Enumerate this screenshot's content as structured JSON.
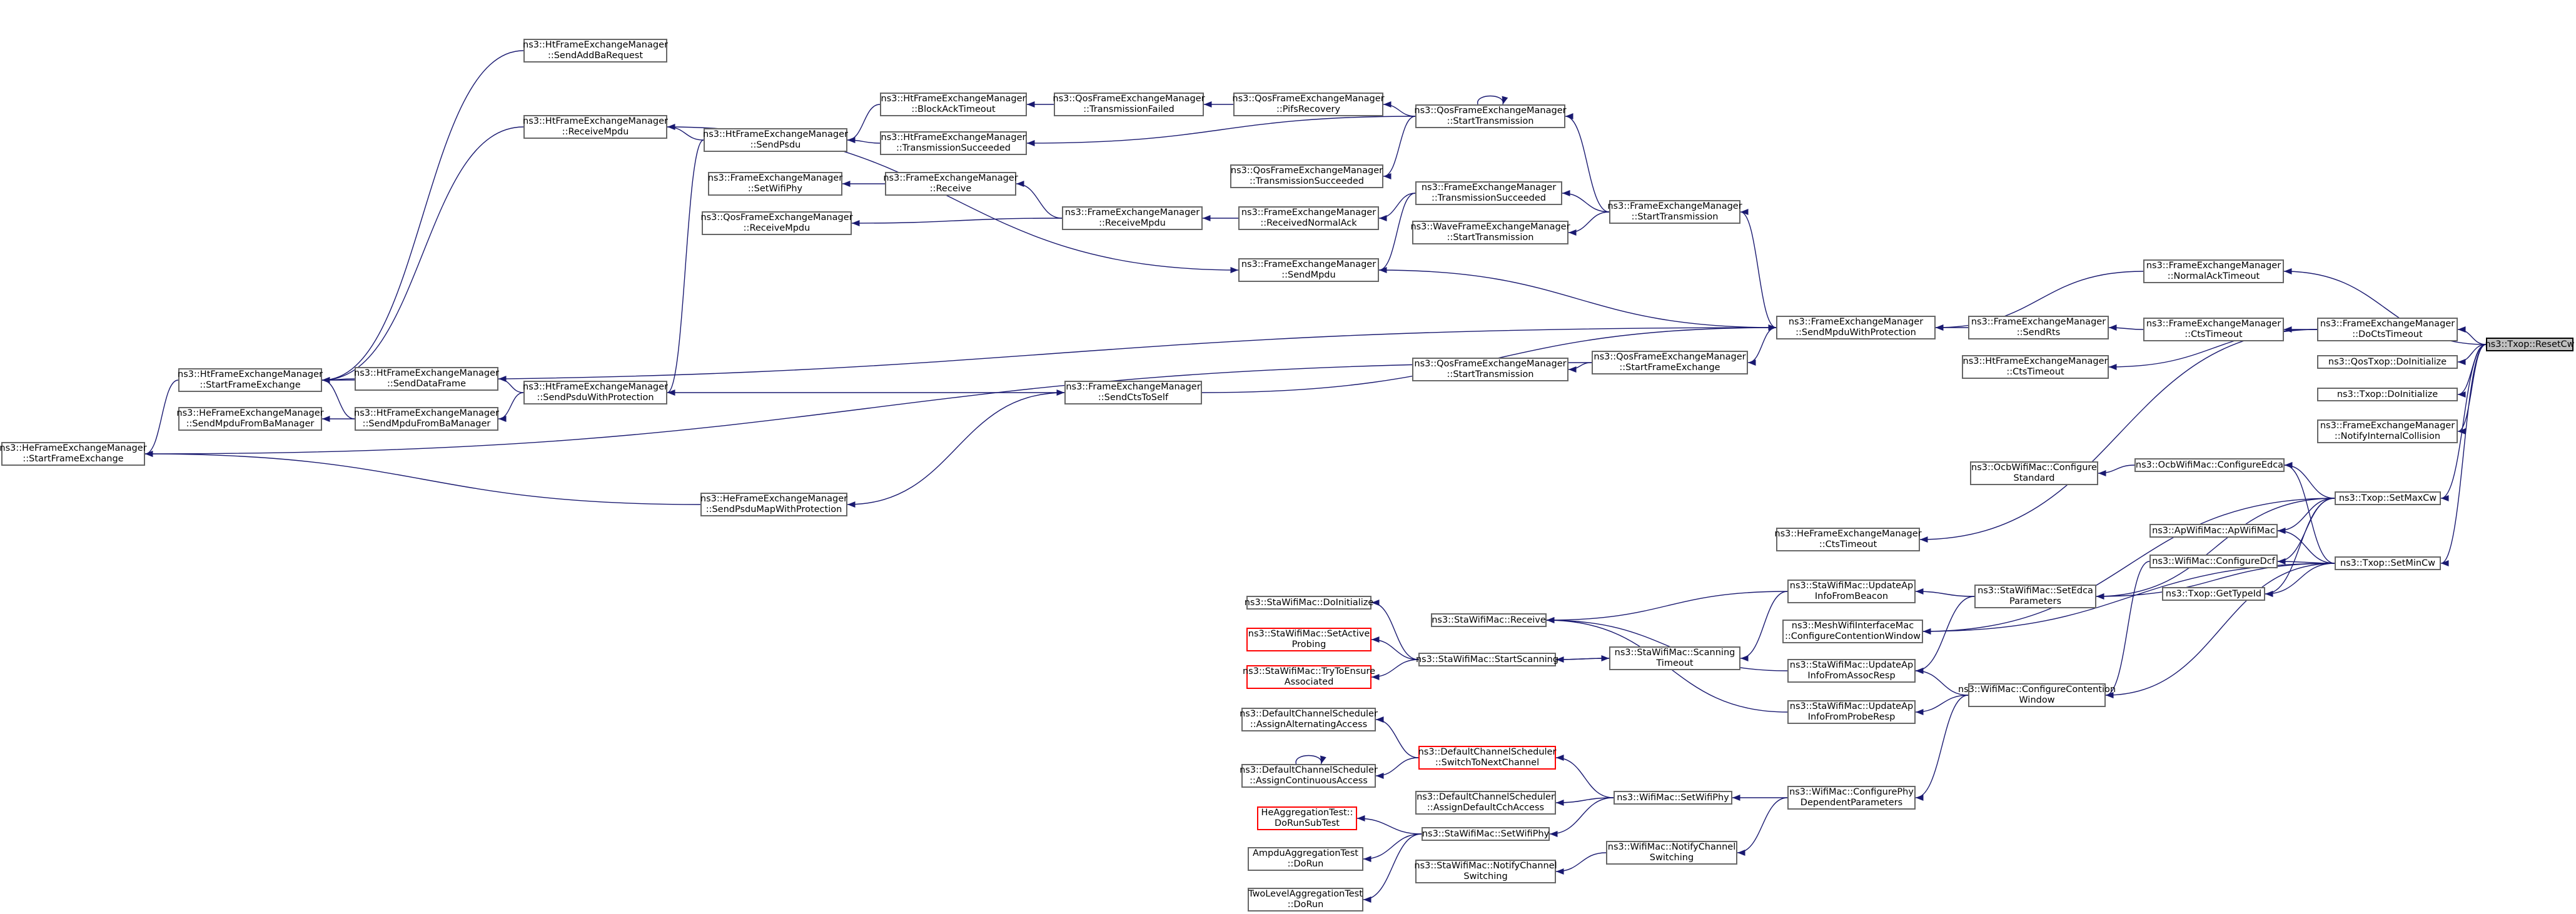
{
  "graph": {
    "title": "",
    "edge_color": "#191970",
    "nodes": [
      {
        "id": "root",
        "label": "ns3::Txop::ResetCw",
        "root": true
      },
      {
        "id": "doCts",
        "label": "ns3::FrameExchangeManager\n::DoCtsTimeout"
      },
      {
        "id": "qosDoInit",
        "label": "ns3::QosTxop::DoInitialize"
      },
      {
        "id": "txopDoInit",
        "label": "ns3::Txop::DoInitialize"
      },
      {
        "id": "notifyIntColl",
        "label": "ns3::FrameExchangeManager\n::NotifyInternalCollision"
      },
      {
        "id": "setMaxCw",
        "label": "ns3::Txop::SetMaxCw"
      },
      {
        "id": "setMinCw",
        "label": "ns3::Txop::SetMinCw"
      },
      {
        "id": "normalAckTO",
        "label": "ns3::FrameExchangeManager\n::NormalAckTimeout"
      },
      {
        "id": "ctsTimeoutFem",
        "label": "ns3::FrameExchangeManager\n::CtsTimeout"
      },
      {
        "id": "ocbConfigEdca",
        "label": "ns3::OcbWifiMac::ConfigureEdca"
      },
      {
        "id": "apWifiMac",
        "label": "ns3::ApWifiMac::ApWifiMac"
      },
      {
        "id": "wifiConfigDcf",
        "label": "ns3::WifiMac::ConfigureDcf"
      },
      {
        "id": "txopGetTypeId",
        "label": "ns3::Txop::GetTypeId"
      },
      {
        "id": "sendRts",
        "label": "ns3::FrameExchangeManager\n::SendRts"
      },
      {
        "id": "htCtsTimeout",
        "label": "ns3::HtFrameExchangeManager\n::CtsTimeout"
      },
      {
        "id": "ocbConfigStd",
        "label": "ns3::OcbWifiMac::Configure\nStandard"
      },
      {
        "id": "heCtsTimeout",
        "label": "ns3::HeFrameExchangeManager\n::CtsTimeout"
      },
      {
        "id": "staSetEdca",
        "label": "ns3::StaWifiMac::SetEdca\nParameters"
      },
      {
        "id": "wifiConfigCW",
        "label": "ns3::WifiMac::ConfigureContention\nWindow"
      },
      {
        "id": "femSendMpduProt",
        "label": "ns3::FrameExchangeManager\n::SendMpduWithProtection"
      },
      {
        "id": "femStartTx",
        "label": "ns3::FrameExchangeManager\n::StartTransmission"
      },
      {
        "id": "staUpdApBeacon",
        "label": "ns3::StaWifiMac::UpdateAp\nInfoFromBeacon"
      },
      {
        "id": "meshConfigCW",
        "label": "ns3::MeshWifiInterfaceMac\n::ConfigureContentionWindow"
      },
      {
        "id": "staUpdApAssoc",
        "label": "ns3::StaWifiMac::UpdateAp\nInfoFromAssocResp"
      },
      {
        "id": "staUpdApProbe",
        "label": "ns3::StaWifiMac::UpdateAp\nInfoFromProbeResp"
      },
      {
        "id": "wifiConfigPhy",
        "label": "ns3::WifiMac::ConfigurePhy\nDependentParameters"
      },
      {
        "id": "qosStartFE",
        "label": "ns3::QosFrameExchangeManager\n::StartFrameExchange"
      },
      {
        "id": "staScanTO",
        "label": "ns3::StaWifiMac::Scanning\nTimeout"
      },
      {
        "id": "wifiSetWifiPhy",
        "label": "ns3::WifiMac::SetWifiPhy"
      },
      {
        "id": "wifiNotifyCS",
        "label": "ns3::WifiMac::NotifyChannel\nSwitching"
      },
      {
        "id": "qosStartTx1",
        "label": "ns3::QosFrameExchangeManager\n::StartTransmission"
      },
      {
        "id": "femTxSucc",
        "label": "ns3::FrameExchangeManager\n::TransmissionSucceeded"
      },
      {
        "id": "waveStartTx",
        "label": "ns3::WaveFrameExchangeManager\n::StartTransmission"
      },
      {
        "id": "femSendMpdu",
        "label": "ns3::FrameExchangeManager\n::SendMpdu"
      },
      {
        "id": "qosStartTx2",
        "label": "ns3::QosFrameExchangeManager\n::StartTransmission"
      },
      {
        "id": "staReceive",
        "label": "ns3::StaWifiMac::Receive"
      },
      {
        "id": "staStartScan",
        "label": "ns3::StaWifiMac::StartScanning"
      },
      {
        "id": "dcsSwitchNext",
        "label": "ns3::DefaultChannelScheduler\n::SwitchToNextChannel",
        "red": true
      },
      {
        "id": "dcsAssignDefault",
        "label": "ns3::DefaultChannelScheduler\n::AssignDefaultCchAccess"
      },
      {
        "id": "staSetWifiPhy",
        "label": "ns3::StaWifiMac::SetWifiPhy"
      },
      {
        "id": "staNotifyCS",
        "label": "ns3::StaWifiMac::NotifyChannel\nSwitching"
      },
      {
        "id": "qosPifs",
        "label": "ns3::QosFrameExchangeManager\n::PifsRecovery"
      },
      {
        "id": "qosTxSucc",
        "label": "ns3::QosFrameExchangeManager\n::TransmissionSucceeded"
      },
      {
        "id": "femRecvNormAck",
        "label": "ns3::FrameExchangeManager\n::ReceivedNormalAck"
      },
      {
        "id": "femSendCtsSelf",
        "label": "ns3::FrameExchangeManager\n::SendCtsToSelf"
      },
      {
        "id": "femReceiveMpdu",
        "label": "ns3::FrameExchangeManager\n::ReceiveMpdu"
      },
      {
        "id": "qosTxFailed",
        "label": "ns3::QosFrameExchangeManager\n::TransmissionFailed"
      },
      {
        "id": "femReceive",
        "label": "ns3::FrameExchangeManager\n::Receive"
      },
      {
        "id": "htBlockAckTO",
        "label": "ns3::HtFrameExchangeManager\n::BlockAckTimeout"
      },
      {
        "id": "htTxSucc",
        "label": "ns3::HtFrameExchangeManager\n::TransmissionSucceeded"
      },
      {
        "id": "htSendPsdu",
        "label": "ns3::HtFrameExchangeManager\n::SendPsdu"
      },
      {
        "id": "femSetWifiPhy",
        "label": "ns3::FrameExchangeManager\n::SetWifiPhy"
      },
      {
        "id": "qosReceiveMpdu",
        "label": "ns3::QosFrameExchangeManager\n::ReceiveMpdu"
      },
      {
        "id": "heSendPsduMap",
        "label": "ns3::HeFrameExchangeManager\n::SendPsduMapWithProtection"
      },
      {
        "id": "htSendPsduProt",
        "label": "ns3::HtFrameExchangeManager\n::SendPsduWithProtection"
      },
      {
        "id": "htSendAddBa",
        "label": "ns3::HtFrameExchangeManager\n::SendAddBaRequest"
      },
      {
        "id": "htReceiveMpdu",
        "label": "ns3::HtFrameExchangeManager\n::ReceiveMpdu"
      },
      {
        "id": "htSendDataFrame",
        "label": "ns3::HtFrameExchangeManager\n::SendDataFrame"
      },
      {
        "id": "htSendMpduFromBa",
        "label": "ns3::HtFrameExchangeManager\n::SendMpduFromBaManager"
      },
      {
        "id": "htStartFE",
        "label": "ns3::HtFrameExchangeManager\n::StartFrameExchange"
      },
      {
        "id": "heSendMpduFromBa",
        "label": "ns3::HeFrameExchangeManager\n::SendMpduFromBaManager"
      },
      {
        "id": "heStartFE",
        "label": "ns3::HeFrameExchangeManager\n::StartFrameExchange"
      },
      {
        "id": "staDoInit",
        "label": "ns3::StaWifiMac::DoInitialize"
      },
      {
        "id": "staSetActiveProbing",
        "label": "ns3::StaWifiMac::SetActive\nProbing",
        "red": true
      },
      {
        "id": "staTryEnsure",
        "label": "ns3::StaWifiMac::TryToEnsure\nAssociated",
        "red": true
      },
      {
        "id": "dcsAssignAlt",
        "label": "ns3::DefaultChannelScheduler\n::AssignAlternatingAccess"
      },
      {
        "id": "dcsAssignCont",
        "label": "ns3::DefaultChannelScheduler\n::AssignContinuousAccess"
      },
      {
        "id": "heAggDoRunSub",
        "label": "HeAggregationTest::\nDoRunSubTest",
        "red": true
      },
      {
        "id": "ampduAggDoRun",
        "label": "AmpduAggregationTest\n::DoRun"
      },
      {
        "id": "twoLevelDoRun",
        "label": "TwoLevelAggregationTest\n::DoRun"
      }
    ],
    "edges": [
      [
        "doCts",
        "root"
      ],
      [
        "qosDoInit",
        "root"
      ],
      [
        "txopDoInit",
        "root"
      ],
      [
        "notifyIntColl",
        "root"
      ],
      [
        "setMaxCw",
        "root"
      ],
      [
        "setMinCw",
        "root"
      ],
      [
        "normalAckTO",
        "root"
      ],
      [
        "ctsTimeoutFem",
        "doCts"
      ],
      [
        "htCtsTimeout",
        "doCts"
      ],
      [
        "heCtsTimeout",
        "doCts"
      ],
      [
        "ocbConfigEdca",
        "setMaxCw"
      ],
      [
        "ocbConfigEdca",
        "setMinCw"
      ],
      [
        "apWifiMac",
        "setMaxCw"
      ],
      [
        "apWifiMac",
        "setMinCw"
      ],
      [
        "wifiConfigDcf",
        "setMaxCw"
      ],
      [
        "wifiConfigDcf",
        "setMinCw"
      ],
      [
        "txopGetTypeId",
        "setMaxCw"
      ],
      [
        "txopGetTypeId",
        "setMinCw"
      ],
      [
        "staSetEdca",
        "setMaxCw"
      ],
      [
        "staSetEdca",
        "setMinCw"
      ],
      [
        "meshConfigCW",
        "setMaxCw"
      ],
      [
        "meshConfigCW",
        "setMinCw"
      ],
      [
        "wifiConfigCW",
        "setMinCw"
      ],
      [
        "ocbConfigStd",
        "ocbConfigEdca"
      ],
      [
        "sendRts",
        "ctsTimeoutFem"
      ],
      [
        "femSendMpduProt",
        "sendRts"
      ],
      [
        "femSendMpduProt",
        "normalAckTO"
      ],
      [
        "wifiConfigCW",
        "wifiConfigDcf"
      ],
      [
        "staUpdApBeacon",
        "staSetEdca"
      ],
      [
        "staUpdApAssoc",
        "staSetEdca"
      ],
      [
        "staUpdApProbe",
        "wifiConfigCW"
      ],
      [
        "wifiConfigPhy",
        "wifiConfigCW"
      ],
      [
        "staUpdApAssoc",
        "wifiConfigCW"
      ],
      [
        "femStartTx",
        "femSendMpduProt"
      ],
      [
        "qosStartFE",
        "femSendMpduProt"
      ],
      [
        "femSendMpduProt",
        "femSendMpdu"
      ],
      [
        "femSendMpduProt",
        "femSendCtsSelf"
      ],
      [
        "htStartFE",
        "femSendMpduProt"
      ],
      [
        "staReceive",
        "staUpdApBeacon"
      ],
      [
        "staScanTO",
        "staUpdApBeacon"
      ],
      [
        "staReceive",
        "staUpdApAssoc"
      ],
      [
        "staReceive",
        "staUpdApProbe"
      ],
      [
        "wifiSetWifiPhy",
        "wifiConfigPhy"
      ],
      [
        "wifiNotifyCS",
        "wifiConfigPhy"
      ],
      [
        "qosStartTx2",
        "qosStartFE"
      ],
      [
        "heStartFE",
        "qosStartFE"
      ],
      [
        "femTxSucc",
        "femStartTx"
      ],
      [
        "qosStartTx1",
        "femStartTx"
      ],
      [
        "waveStartTx",
        "femStartTx"
      ],
      [
        "femSendMpdu",
        "femTxSucc"
      ],
      [
        "femRecvNormAck",
        "femTxSucc"
      ],
      [
        "staScanTO",
        "staStartScan"
      ],
      [
        "staStartScan",
        "staScanTO"
      ],
      [
        "staDoInit",
        "staStartScan"
      ],
      [
        "staSetActiveProbing",
        "staStartScan"
      ],
      [
        "staTryEnsure",
        "staStartScan"
      ],
      [
        "dcsSwitchNext",
        "wifiSetWifiPhy"
      ],
      [
        "dcsAssignDefault",
        "wifiSetWifiPhy"
      ],
      [
        "staSetWifiPhy",
        "wifiSetWifiPhy"
      ],
      [
        "staNotifyCS",
        "wifiNotifyCS"
      ],
      [
        "dcsAssignAlt",
        "dcsSwitchNext"
      ],
      [
        "dcsAssignCont",
        "dcsSwitchNext"
      ],
      [
        "dcsAssignCont",
        "dcsAssignCont"
      ],
      [
        "heAggDoRunSub",
        "staSetWifiPhy"
      ],
      [
        "ampduAggDoRun",
        "staSetWifiPhy"
      ],
      [
        "twoLevelDoRun",
        "staSetWifiPhy"
      ],
      [
        "qosPifs",
        "qosStartTx1"
      ],
      [
        "qosTxSucc",
        "qosStartTx1"
      ],
      [
        "qosStartTx1",
        "qosStartTx1"
      ],
      [
        "femReceiveMpdu",
        "femRecvNormAck"
      ],
      [
        "qosTxFailed",
        "qosPifs"
      ],
      [
        "htBlockAckTO",
        "qosTxFailed"
      ],
      [
        "htTxSucc",
        "qosStartTx1"
      ],
      [
        "femReceive",
        "femReceiveMpdu"
      ],
      [
        "htSendPsdu",
        "htBlockAckTO"
      ],
      [
        "htSendPsdu",
        "htTxSucc"
      ],
      [
        "femSetWifiPhy",
        "femReceive"
      ],
      [
        "qosReceiveMpdu",
        "femReceiveMpdu"
      ],
      [
        "htSendPsduProt",
        "htSendPsdu"
      ],
      [
        "htReceiveMpdu",
        "htSendPsdu"
      ],
      [
        "htSendDataFrame",
        "htSendPsduProt"
      ],
      [
        "htSendMpduFromBa",
        "htSendPsduProt"
      ],
      [
        "heSendPsduMap",
        "femSendCtsSelf"
      ],
      [
        "htStartFE",
        "htSendDataFrame"
      ],
      [
        "htStartFE",
        "htSendMpduFromBa"
      ],
      [
        "heSendMpduFromBa",
        "htSendMpduFromBa"
      ],
      [
        "heStartFE",
        "htStartFE"
      ],
      [
        "heStartFE",
        "heSendPsduMap"
      ],
      [
        "htStartFE",
        "htSendAddBa"
      ],
      [
        "htStartFE",
        "htReceiveMpdu"
      ],
      [
        "femSendCtsSelf",
        "htSendPsduProt"
      ],
      [
        "femSendMpdu",
        "htReceiveMpdu"
      ]
    ]
  }
}
